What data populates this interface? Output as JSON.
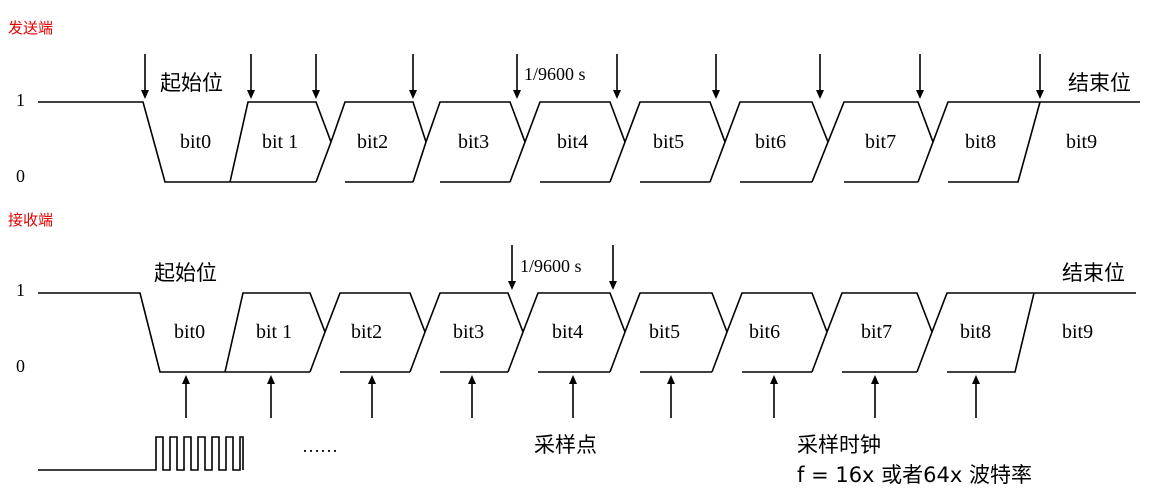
{
  "sender": {
    "title": "发送端",
    "level_high": "1",
    "level_low": "0",
    "start_label": "起始位",
    "stop_label": "结束位",
    "bit_period": "1/9600 s",
    "bits": [
      "bit0",
      "bit 1",
      "bit2",
      "bit3",
      "bit4",
      "bit5",
      "bit6",
      "bit7",
      "bit8",
      "bit9"
    ]
  },
  "receiver": {
    "title": "接收端",
    "level_high": "1",
    "level_low": "0",
    "start_label": "起始位",
    "stop_label": "结束位",
    "bit_period": "1/9600 s",
    "bits": [
      "bit0",
      "bit 1",
      "bit2",
      "bit3",
      "bit4",
      "bit5",
      "bit6",
      "bit7",
      "bit8",
      "bit9"
    ],
    "sample_point_label": "采样点",
    "sample_clock_label": "采样时钟",
    "clock_rate_label": "f = 16x 或者64x 波特率",
    "ellipsis": "……"
  }
}
